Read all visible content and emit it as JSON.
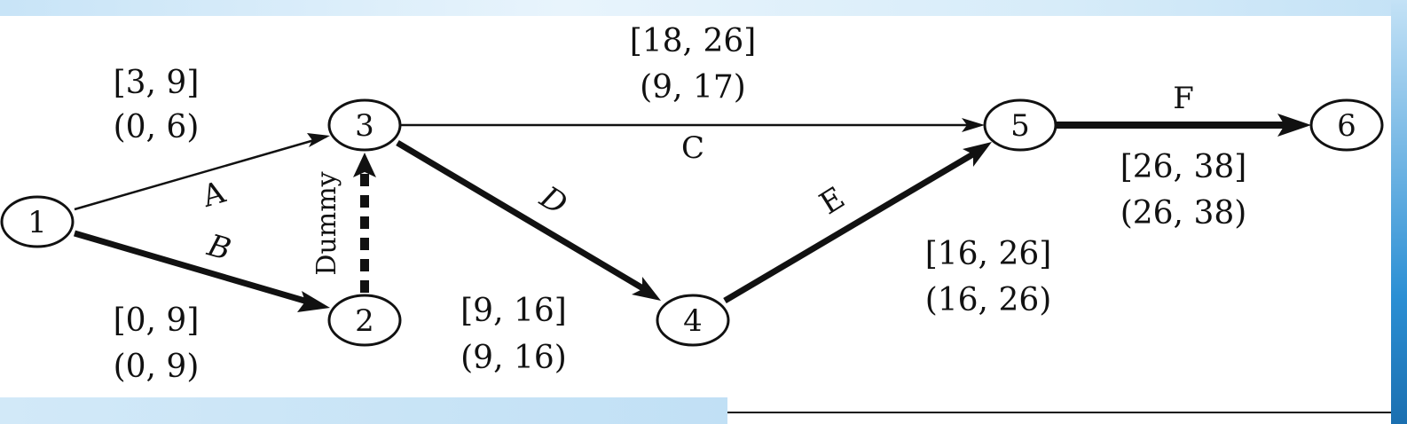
{
  "nodes": [
    {
      "id": "1",
      "label": "1"
    },
    {
      "id": "2",
      "label": "2"
    },
    {
      "id": "3",
      "label": "3"
    },
    {
      "id": "4",
      "label": "4"
    },
    {
      "id": "5",
      "label": "5"
    },
    {
      "id": "6",
      "label": "6"
    }
  ],
  "activities": [
    {
      "id": "A",
      "label": "A",
      "from": "1",
      "to": "3",
      "critical": false,
      "dummy": false,
      "es_ef": "[3, 9]",
      "ls_lf": "(0, 6)"
    },
    {
      "id": "B",
      "label": "B",
      "from": "1",
      "to": "2",
      "critical": true,
      "dummy": false,
      "es_ef": "[0, 9]",
      "ls_lf": "(0, 9)"
    },
    {
      "id": "Dummy",
      "label": "Dummy",
      "from": "2",
      "to": "3",
      "critical": true,
      "dummy": true
    },
    {
      "id": "C",
      "label": "C",
      "from": "3",
      "to": "5",
      "critical": false,
      "dummy": false,
      "es_ef": "[18, 26]",
      "ls_lf": "(9, 17)"
    },
    {
      "id": "D",
      "label": "D",
      "from": "3",
      "to": "4",
      "critical": true,
      "dummy": false,
      "es_ef": "[9, 16]",
      "ls_lf": "(9, 16)"
    },
    {
      "id": "E",
      "label": "E",
      "from": "4",
      "to": "5",
      "critical": true,
      "dummy": false,
      "es_ef": "[16, 26]",
      "ls_lf": "(16, 26)"
    },
    {
      "id": "F",
      "label": "F",
      "from": "5",
      "to": "6",
      "critical": true,
      "dummy": false,
      "es_ef": "[26, 38]",
      "ls_lf": "(26, 38)"
    }
  ],
  "colors": {
    "ink": "#111111",
    "accent_blue": "#2b8fd4"
  }
}
